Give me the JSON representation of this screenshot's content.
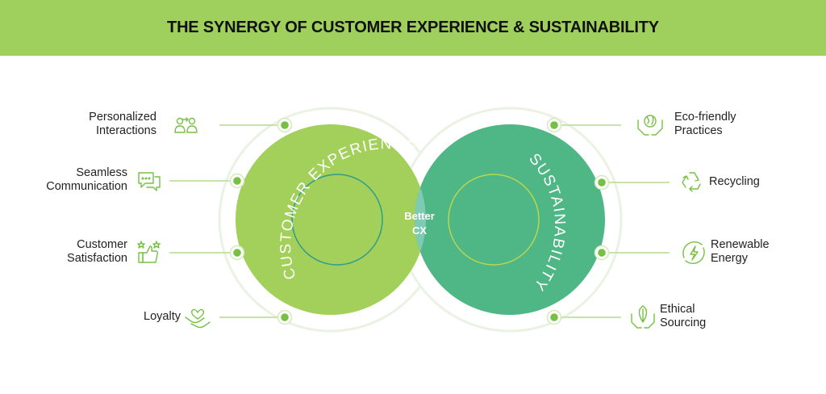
{
  "title": "THE SYNERGY OF CUSTOMER EXPERIENCE & SUSTAINABILITY",
  "colors": {
    "header_bg": "#9fcf5c",
    "cx_circle": "#a2d05a",
    "sustainability_circle": "#4fb685",
    "overlap": "#7dcbb3",
    "icon_stroke": "#76c043",
    "connector_line": "#b7dc8e"
  },
  "venn": {
    "left": {
      "label": "CUSTOMER EXPERIENCE"
    },
    "right": {
      "label": "SUSTAINABILITY"
    },
    "overlap": {
      "line1": "Better",
      "line2": "CX"
    }
  },
  "left_items": [
    {
      "lines": [
        "Personalized",
        "Interactions"
      ],
      "icon": "person-exchange-icon"
    },
    {
      "lines": [
        "Seamless",
        "Communication"
      ],
      "icon": "chat-bubbles-icon"
    },
    {
      "lines": [
        "Customer",
        "Satisfaction"
      ],
      "icon": "thumbs-up-stars-icon"
    },
    {
      "lines": [
        "Loyalty"
      ],
      "icon": "handshake-heart-icon"
    }
  ],
  "right_items": [
    {
      "lines": [
        "Eco-friendly",
        "Practices"
      ],
      "icon": "hands-globe-icon"
    },
    {
      "lines": [
        "Recycling"
      ],
      "icon": "recycle-icon"
    },
    {
      "lines": [
        "Renewable",
        "Energy"
      ],
      "icon": "renewable-bolt-icon"
    },
    {
      "lines": [
        "Ethical",
        "Sourcing"
      ],
      "icon": "hands-leaf-icon"
    }
  ]
}
